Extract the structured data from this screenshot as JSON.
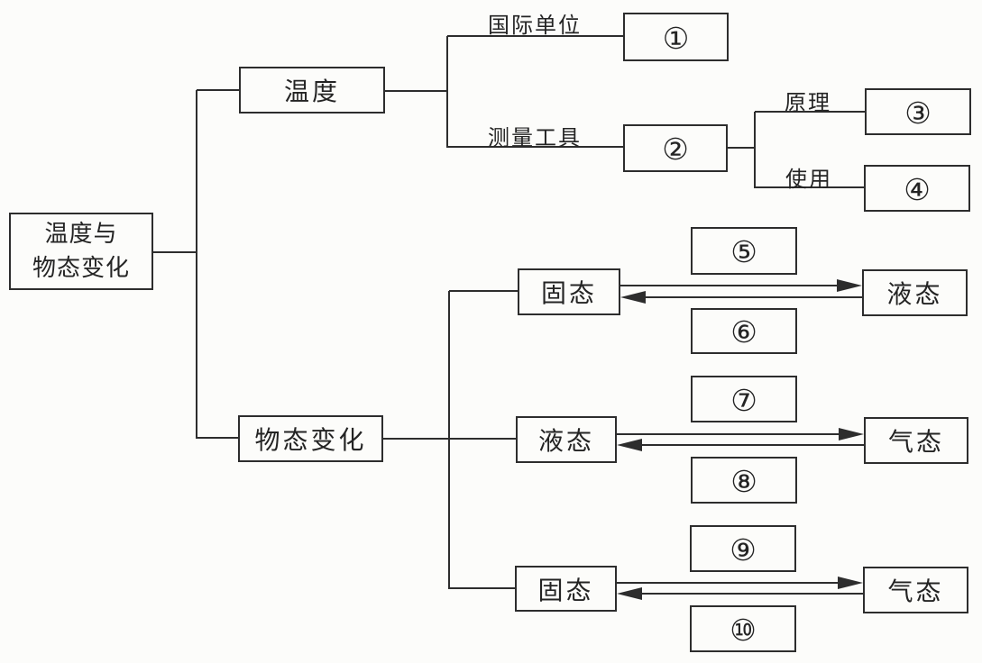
{
  "diagram": {
    "title_root": {
      "line1": "温度与",
      "line2": "物态变化"
    },
    "temperature_branch": {
      "label": "温度",
      "unit_edge_label": "国际单位",
      "unit_blank": "①",
      "tool_edge_label": "测量工具",
      "tool_blank": "②",
      "principle_edge_label": "原理",
      "principle_blank": "③",
      "usage_edge_label": "使用",
      "usage_blank": "④"
    },
    "state_change_branch": {
      "label": "物态变化",
      "rows": [
        {
          "from_state": "固态",
          "to_state": "液态",
          "top_blank": "⑤",
          "bottom_blank": "⑥"
        },
        {
          "from_state": "液态",
          "to_state": "气态",
          "top_blank": "⑦",
          "bottom_blank": "⑧"
        },
        {
          "from_state": "固态",
          "to_state": "气态",
          "top_blank": "⑨",
          "bottom_blank": "⑩"
        }
      ]
    }
  },
  "colors": {
    "line": "#2d2d2d",
    "background": "#fcfcfa"
  }
}
